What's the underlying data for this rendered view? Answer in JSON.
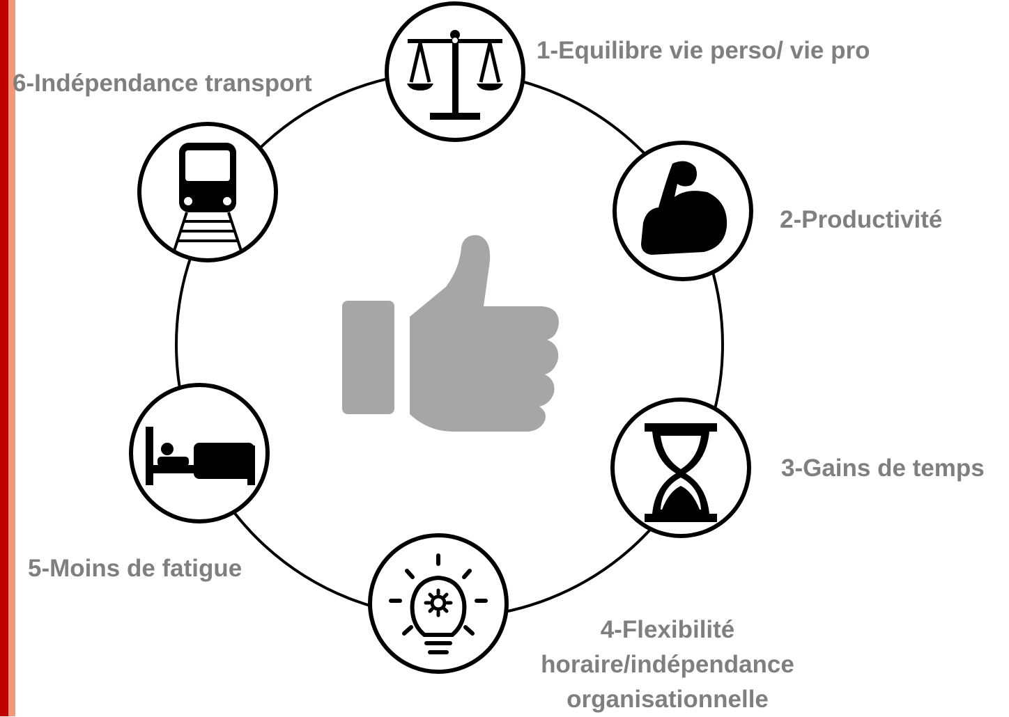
{
  "accent_colors": {
    "bar_red": "#c00000",
    "bar_salmon": "#f4977a",
    "label_gray": "#7f7f7f",
    "thumb_gray": "#a6a6a6",
    "stroke": "#000000"
  },
  "center_icon": "thumbs-up-icon",
  "items": [
    {
      "label": "1-Equilibre vie perso/ vie pro",
      "icon": "scales-icon"
    },
    {
      "label": "2-Productivité",
      "icon": "flexed-arm-icon"
    },
    {
      "label": "3-Gains de temps",
      "icon": "hourglass-icon"
    },
    {
      "label_lines": [
        "4-Flexibilité",
        "horaire/indépendance",
        "organisationnelle"
      ],
      "icon": "lightbulb-gear-icon"
    },
    {
      "label": "5-Moins de fatigue",
      "icon": "bed-icon"
    },
    {
      "label": "6-Indépendance transport",
      "icon": "train-icon"
    }
  ]
}
